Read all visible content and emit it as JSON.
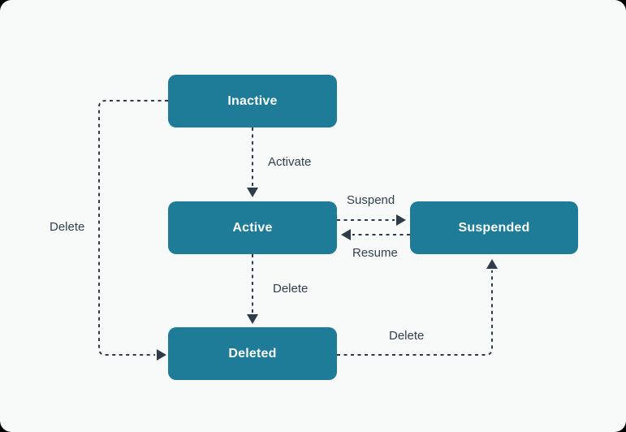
{
  "diagram": {
    "type": "state-diagram",
    "background": "#f8fafa",
    "colors": {
      "state_fill": "#1e7c98",
      "state_text": "#fafcfc",
      "edge": "#2e3c4a",
      "edge_label": "#333f4d"
    },
    "states": [
      {
        "id": "inactive",
        "label": "Inactive"
      },
      {
        "id": "active",
        "label": "Active"
      },
      {
        "id": "suspended",
        "label": "Suspended"
      },
      {
        "id": "deleted",
        "label": "Deleted"
      }
    ],
    "transitions": [
      {
        "from": "Inactive",
        "to": "Active",
        "label": "Activate"
      },
      {
        "from": "Active",
        "to": "Suspended",
        "label": "Suspend"
      },
      {
        "from": "Suspended",
        "to": "Active",
        "label": "Resume"
      },
      {
        "from": "Active",
        "to": "Deleted",
        "label": "Delete"
      },
      {
        "from": "Inactive",
        "to": "Deleted",
        "label": "Delete"
      },
      {
        "from": "Deleted",
        "to": "Suspended",
        "label": "Delete"
      }
    ]
  }
}
